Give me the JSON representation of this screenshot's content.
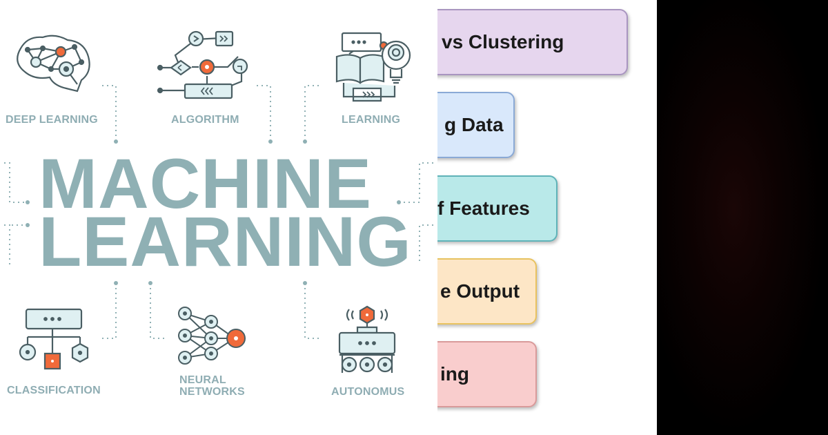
{
  "left_infographic": {
    "title_line1": "MACHINE",
    "title_line2": "LEARNING",
    "labels": {
      "deep_learning": "DEEP LEARNING",
      "algorithm": "ALGORITHM",
      "learning": "LEARNING",
      "classification": "CLASSIFICATION",
      "neural_networks_line1": "NEURAL",
      "neural_networks_line2": "NETWORKS",
      "autonomus": "AUTONOMUS"
    },
    "colors": {
      "teal": "#8fb0b4",
      "orange": "#f06a3a",
      "fill": "#dff0f2",
      "stroke": "#4a5e63"
    }
  },
  "cards": [
    {
      "text": "vs Clustering",
      "bg": "#e6d6ee",
      "border": "#a995c0"
    },
    {
      "text": "g Data",
      "bg": "#d9e8fb",
      "border": "#8aa9d6"
    },
    {
      "text": "f Features",
      "bg": "#b9e9e9",
      "border": "#5fb3b8"
    },
    {
      "text": "e Output",
      "bg": "#fde6c6",
      "border": "#e8c25f"
    },
    {
      "text": "ing",
      "bg": "#f9cdcd",
      "border": "#d99a9a"
    }
  ]
}
